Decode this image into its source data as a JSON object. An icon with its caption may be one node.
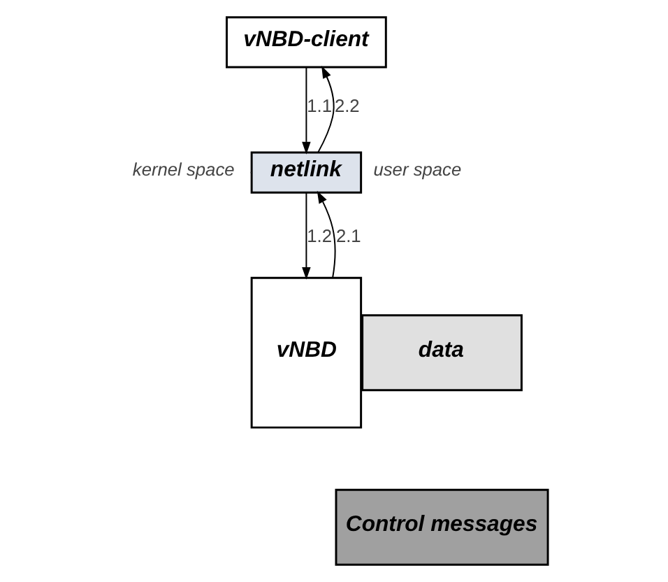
{
  "diagram": {
    "nodes": [
      {
        "text": [
          "vNBD-client"
        ]
      },
      {
        "text": [
          "netlink"
        ]
      },
      {
        "text": [
          "vNBD"
        ]
      },
      {
        "text": [
          "data"
        ]
      },
      {
        "text": [
          "Control messages"
        ]
      }
    ],
    "edges": [
      {
        "from": 0,
        "to": 1,
        "arrow": "to",
        "label": "1.1"
      },
      {
        "from": 1,
        "to": 0,
        "arrow": "to",
        "label": "2.2"
      },
      {
        "from": 1,
        "to": 2,
        "arrow": "to",
        "label": "1.2"
      },
      {
        "from": 2,
        "to": 1,
        "arrow": "to",
        "label": "2.1"
      }
    ],
    "labels": [
      "user space",
      "kernel space"
    ]
  }
}
